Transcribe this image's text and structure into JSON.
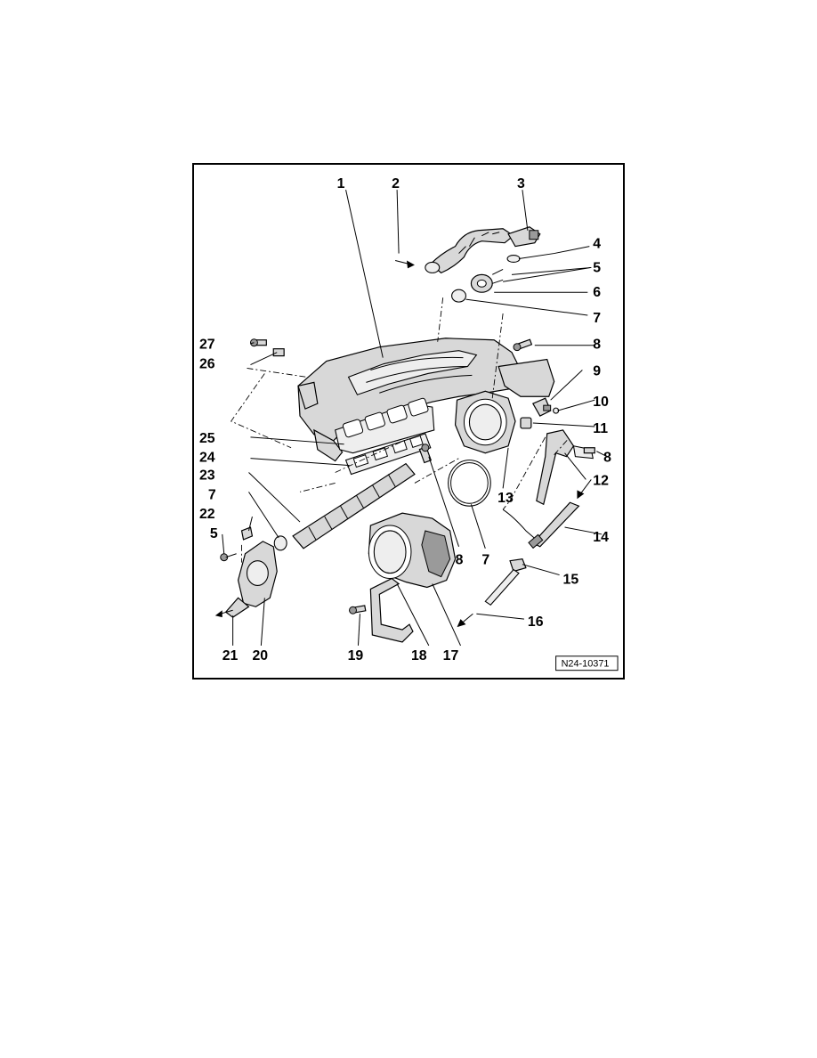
{
  "figure": {
    "reference_code": "N24-10371",
    "callouts": [
      {
        "id": "c1",
        "label": "1"
      },
      {
        "id": "c2",
        "label": "2"
      },
      {
        "id": "c3",
        "label": "3"
      },
      {
        "id": "c4",
        "label": "4"
      },
      {
        "id": "c5a",
        "label": "5"
      },
      {
        "id": "c6",
        "label": "6"
      },
      {
        "id": "c7a",
        "label": "7"
      },
      {
        "id": "c8a",
        "label": "8"
      },
      {
        "id": "c9",
        "label": "9"
      },
      {
        "id": "c10",
        "label": "10"
      },
      {
        "id": "c11",
        "label": "11"
      },
      {
        "id": "c8b",
        "label": "8"
      },
      {
        "id": "c12",
        "label": "12"
      },
      {
        "id": "c13",
        "label": "13"
      },
      {
        "id": "c14",
        "label": "14"
      },
      {
        "id": "c15",
        "label": "15"
      },
      {
        "id": "c16",
        "label": "16"
      },
      {
        "id": "c17",
        "label": "17"
      },
      {
        "id": "c18",
        "label": "18"
      },
      {
        "id": "c19",
        "label": "19"
      },
      {
        "id": "c20",
        "label": "20"
      },
      {
        "id": "c21",
        "label": "21"
      },
      {
        "id": "c5b",
        "label": "5"
      },
      {
        "id": "c22",
        "label": "22"
      },
      {
        "id": "c7b",
        "label": "7"
      },
      {
        "id": "c23",
        "label": "23"
      },
      {
        "id": "c24",
        "label": "24"
      },
      {
        "id": "c25",
        "label": "25"
      },
      {
        "id": "c26",
        "label": "26"
      },
      {
        "id": "c27",
        "label": "27"
      },
      {
        "id": "c8c",
        "label": "8"
      },
      {
        "id": "c7c",
        "label": "7"
      }
    ]
  }
}
